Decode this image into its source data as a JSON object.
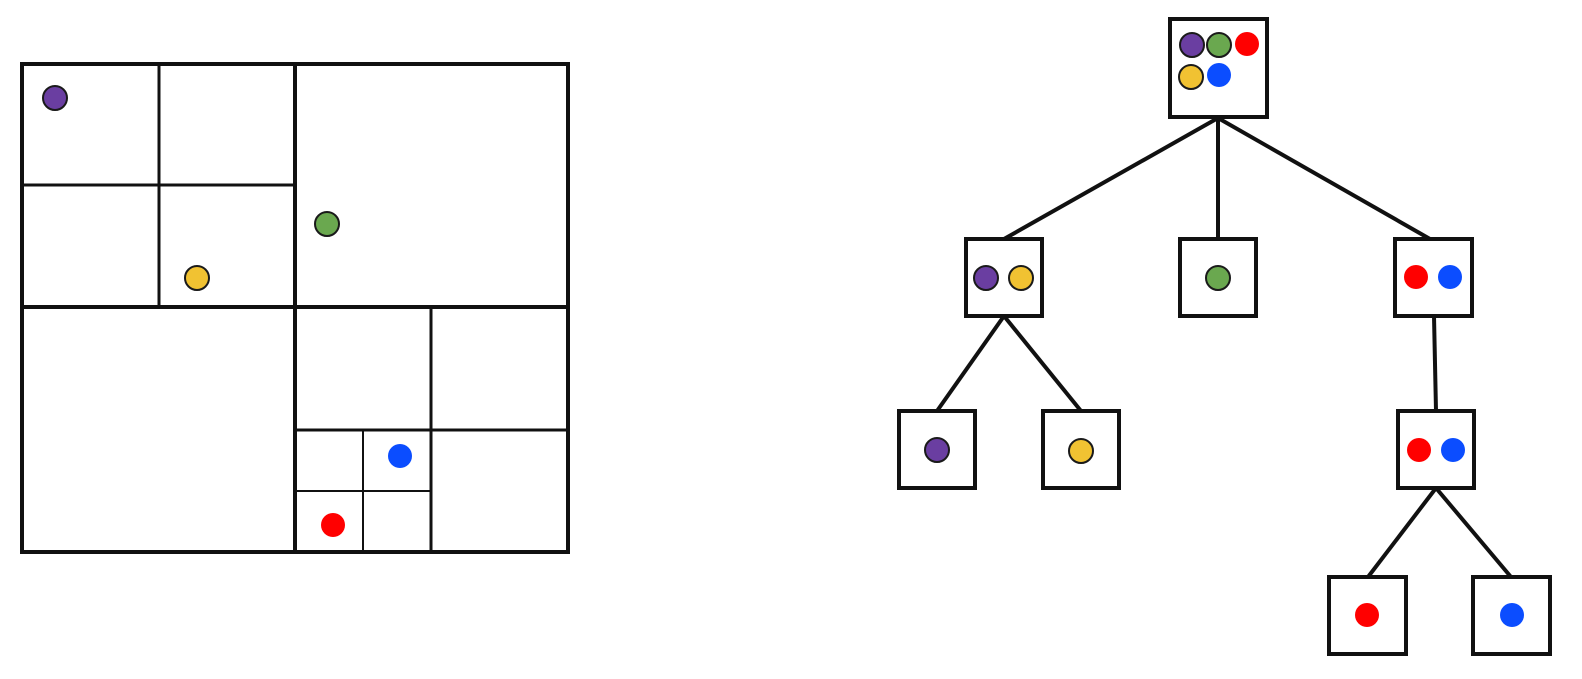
{
  "colors": {
    "purple": "#6a3ea1",
    "green": "#6aa84f",
    "red": "#ff0000",
    "yellow": "#f1c232",
    "blue": "#0b4dff",
    "stroke": "#111111",
    "background": "#ffffff"
  },
  "points": [
    {
      "id": "purple",
      "color_key": "purple"
    },
    {
      "id": "green",
      "color_key": "green"
    },
    {
      "id": "yellow",
      "color_key": "yellow"
    },
    {
      "id": "blue",
      "color_key": "blue"
    },
    {
      "id": "red",
      "color_key": "red"
    }
  ],
  "tree": {
    "root": {
      "points": [
        "purple",
        "green",
        "red",
        "yellow",
        "blue"
      ]
    },
    "nodes": [
      {
        "id": "n-root",
        "points": [
          "purple",
          "green",
          "red",
          "yellow",
          "blue"
        ]
      },
      {
        "id": "n-left",
        "points": [
          "purple",
          "yellow"
        ]
      },
      {
        "id": "n-mid",
        "points": [
          "green"
        ]
      },
      {
        "id": "n-right",
        "points": [
          "red",
          "blue"
        ]
      },
      {
        "id": "n-left-left",
        "points": [
          "purple"
        ]
      },
      {
        "id": "n-left-right",
        "points": [
          "yellow"
        ]
      },
      {
        "id": "n-right-child",
        "points": [
          "red",
          "blue"
        ]
      },
      {
        "id": "n-leaf-red",
        "points": [
          "red"
        ]
      },
      {
        "id": "n-leaf-blue",
        "points": [
          "blue"
        ]
      }
    ],
    "edges": [
      [
        "n-root",
        "n-left"
      ],
      [
        "n-root",
        "n-mid"
      ],
      [
        "n-root",
        "n-right"
      ],
      [
        "n-left",
        "n-left-left"
      ],
      [
        "n-left",
        "n-left-right"
      ],
      [
        "n-right",
        "n-right-child"
      ],
      [
        "n-right-child",
        "n-leaf-red"
      ],
      [
        "n-right-child",
        "n-leaf-blue"
      ]
    ]
  }
}
